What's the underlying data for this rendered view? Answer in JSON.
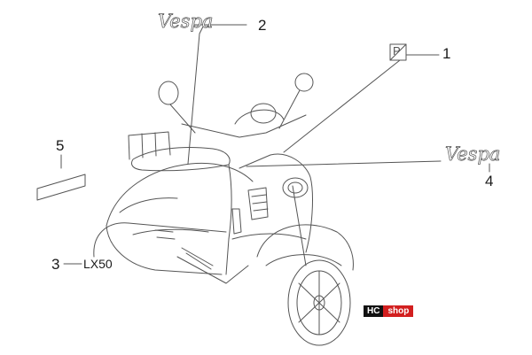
{
  "diagram": {
    "callouts": [
      {
        "id": "1",
        "label": "1"
      },
      {
        "id": "2",
        "label": "2"
      },
      {
        "id": "3",
        "label": "3"
      },
      {
        "id": "4",
        "label": "4"
      },
      {
        "id": "5",
        "label": "5"
      }
    ],
    "part_code": "LX50",
    "logo_text": "Vespa",
    "badge": {
      "left": "HC",
      "right": "shop"
    }
  },
  "colors": {
    "line": "#555555",
    "badge_dark": "#111111",
    "badge_red": "#d21f1f"
  }
}
